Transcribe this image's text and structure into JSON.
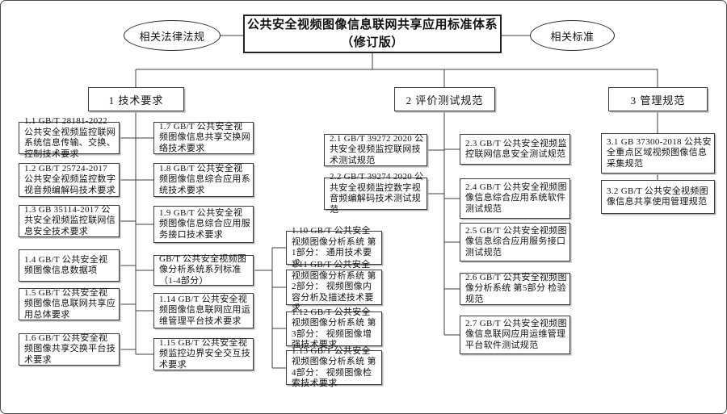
{
  "root": {
    "left_ellipse": "相关法律法规",
    "title_line1": "公共安全视频图像信息联网共享应用标准体系",
    "title_line2": "（修订版）",
    "right_ellipse": "相关标准"
  },
  "branches": {
    "b1": "1 技术要求",
    "b2": "2 评价测试规范",
    "b3": "3 管理规范"
  },
  "nodes": {
    "n1_1": "1.1 GB/T 28181-2022 公共安全视频监控联网系统信息传输、交换、控制技术要求",
    "n1_2": "1.2 GB/T 25724-2017 公共安全视频监控数字视音频编解码技术要求",
    "n1_3": "1.3 GB 35114-2017 公共安全视频监控联网信息安全技术要求",
    "n1_4": "1.4 GB/T 公共安全视频图像信息数据项",
    "n1_5": "1.5 GB/T 公共安全视频图像信息联网共享应用总体要求",
    "n1_6": "1.6 GB/T 公共安全视频图像共享交换平台技术要求",
    "n1_7": "1.7 GB/T 公共安全视频图像信息共享交换网络技术要求",
    "n1_8": "1.8 GB/T 公共安全视频图像信息综合应用系统技术要求",
    "n1_9": "1.9 GB/T 公共安全视频图像信息综合应用服务接口技术要求",
    "series": "GB/T 公共安全视频图像分析系统系列标准（1-4部分）",
    "n1_10": "1.10 GB/T 公共安全视频图像分析系统 第1部分： 通用技术要求",
    "n1_11": "1.11 GB/T 公共安全视频图像分析系统 第2部分： 视频图像内容分析及描述技术要求",
    "n1_12": "1.12 GB/T 公共安全视频图像分析系统 第3部分： 视频图像增强技术要求",
    "n1_13": "1.13 GB/T 公共安全视频图像分析系统 第4部分： 视频图像检索技术要求",
    "n1_14": "1.14 GB/T 公共安全视频图像信息联网应用运维管理平台技术要求",
    "n1_15": "1.15 GB/T 公共安全视频监控边界安全交互技术要求",
    "n2_1": "2.1 GB/T 39272 2020 公共安全视频监控联网技术测试规范",
    "n2_2": "2.2 GB/T 39274 2020 公共安全视频监控数字视音频编解码技术测试规范",
    "n2_3": "2.3 GB/T 公共安全视频监控联网信息安全测试规范",
    "n2_4": "2.4 GB/T 公共安全视频图像信息综合应用系统软件测试规范",
    "n2_5": "2.5 GB/T 公共安全视频图像信息综合应用服务接口测试规范",
    "n2_6": "2.6 GB/T 公共安全视频图像分析系统 第5部分 检验规范",
    "n2_7": "2.7 GB/T 公共安全视频图像信息联网应用运维管理平台软件测试规范",
    "n3_1": "3.1 GB 37300-2018 公共安全重点区域视频图像信息采集规范",
    "n3_2": "3.2 GB/T 公共安全视频图像信息共享使用管理规范"
  },
  "colors": {
    "line": "#3c3c3c",
    "box_border": "#3c3c3c",
    "background": "#ffffff"
  }
}
